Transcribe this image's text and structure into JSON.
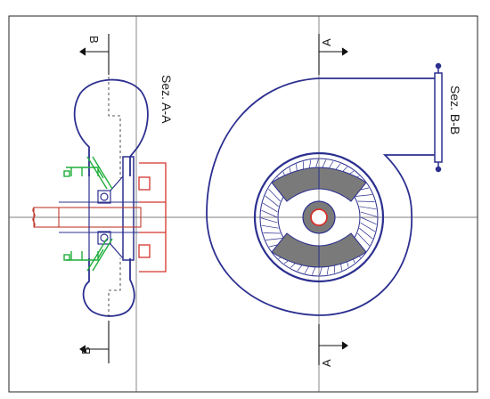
{
  "section_labels": {
    "left": "Sez. A-A",
    "right": "Sez. B-B"
  },
  "cut_markers": {
    "a_top": "A",
    "a_bottom": "A",
    "b_top": "B",
    "b_bottom": "B"
  },
  "colors": {
    "outline": "#2b2f8f",
    "fan_body": "#2b2f8f",
    "hub_fill": "#7a7a7a",
    "motor": "#d4342c",
    "bracket": "#1fae3a",
    "centerline": "#4a4a4a"
  }
}
